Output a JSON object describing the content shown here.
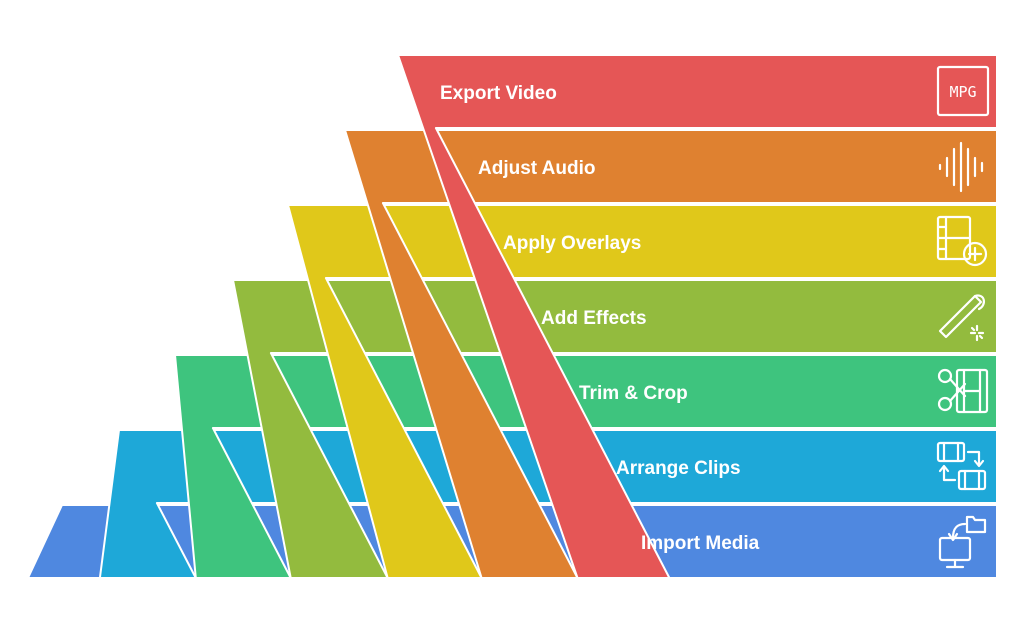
{
  "steps": [
    {
      "label": "Export Video",
      "color": "#e55656",
      "icon": "mpg-file-icon",
      "icon_text": "MPG"
    },
    {
      "label": "Adjust Audio",
      "color": "#df8130",
      "icon": "audio-waveform-icon"
    },
    {
      "label": "Apply Overlays",
      "color": "#e0c81a",
      "icon": "film-add-icon"
    },
    {
      "label": "Add Effects",
      "color": "#93bb3e",
      "icon": "magic-wand-icon"
    },
    {
      "label": "Trim & Crop",
      "color": "#3ec47e",
      "icon": "scissors-film-icon"
    },
    {
      "label": "Arrange Clips",
      "color": "#1ea8d8",
      "icon": "reorder-clips-icon"
    },
    {
      "label": "Import Media",
      "color": "#4f88e0",
      "icon": "import-monitor-icon"
    }
  ]
}
